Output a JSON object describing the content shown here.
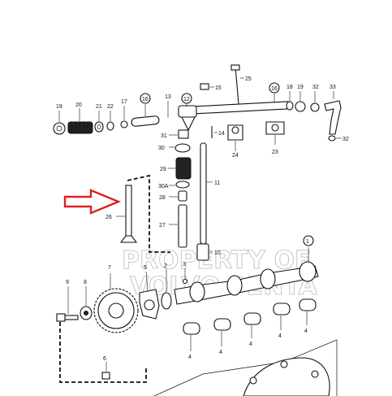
{
  "watermark": {
    "line1": "PROPERTY OF",
    "line2": "VOLVO PENTA"
  },
  "labels": {
    "l1": "1",
    "l2": "2",
    "l3": "3",
    "l4": "4",
    "l5": "5",
    "l6": "6",
    "l7": "7",
    "l8": "8",
    "l9": "9",
    "l10": "10",
    "l11": "11",
    "l12": "12",
    "l13": "13",
    "l14": "14",
    "l15": "15",
    "l16": "16",
    "l17": "17",
    "l18": "18",
    "l19": "19",
    "l20": "20",
    "l21": "21",
    "l22": "22",
    "l23": "23",
    "l24": "24",
    "l25": "25",
    "l26": "26",
    "l27": "27",
    "l28": "28",
    "l29": "29",
    "l30": "30",
    "l30a": "30A",
    "l31": "31",
    "l32": "32",
    "l33": "33"
  },
  "colors": {
    "line": "#111111",
    "highlight_arrow": "#e02020",
    "watermark": "#bdbdbd"
  },
  "icons": {
    "pointer": "red-arrow-icon"
  }
}
